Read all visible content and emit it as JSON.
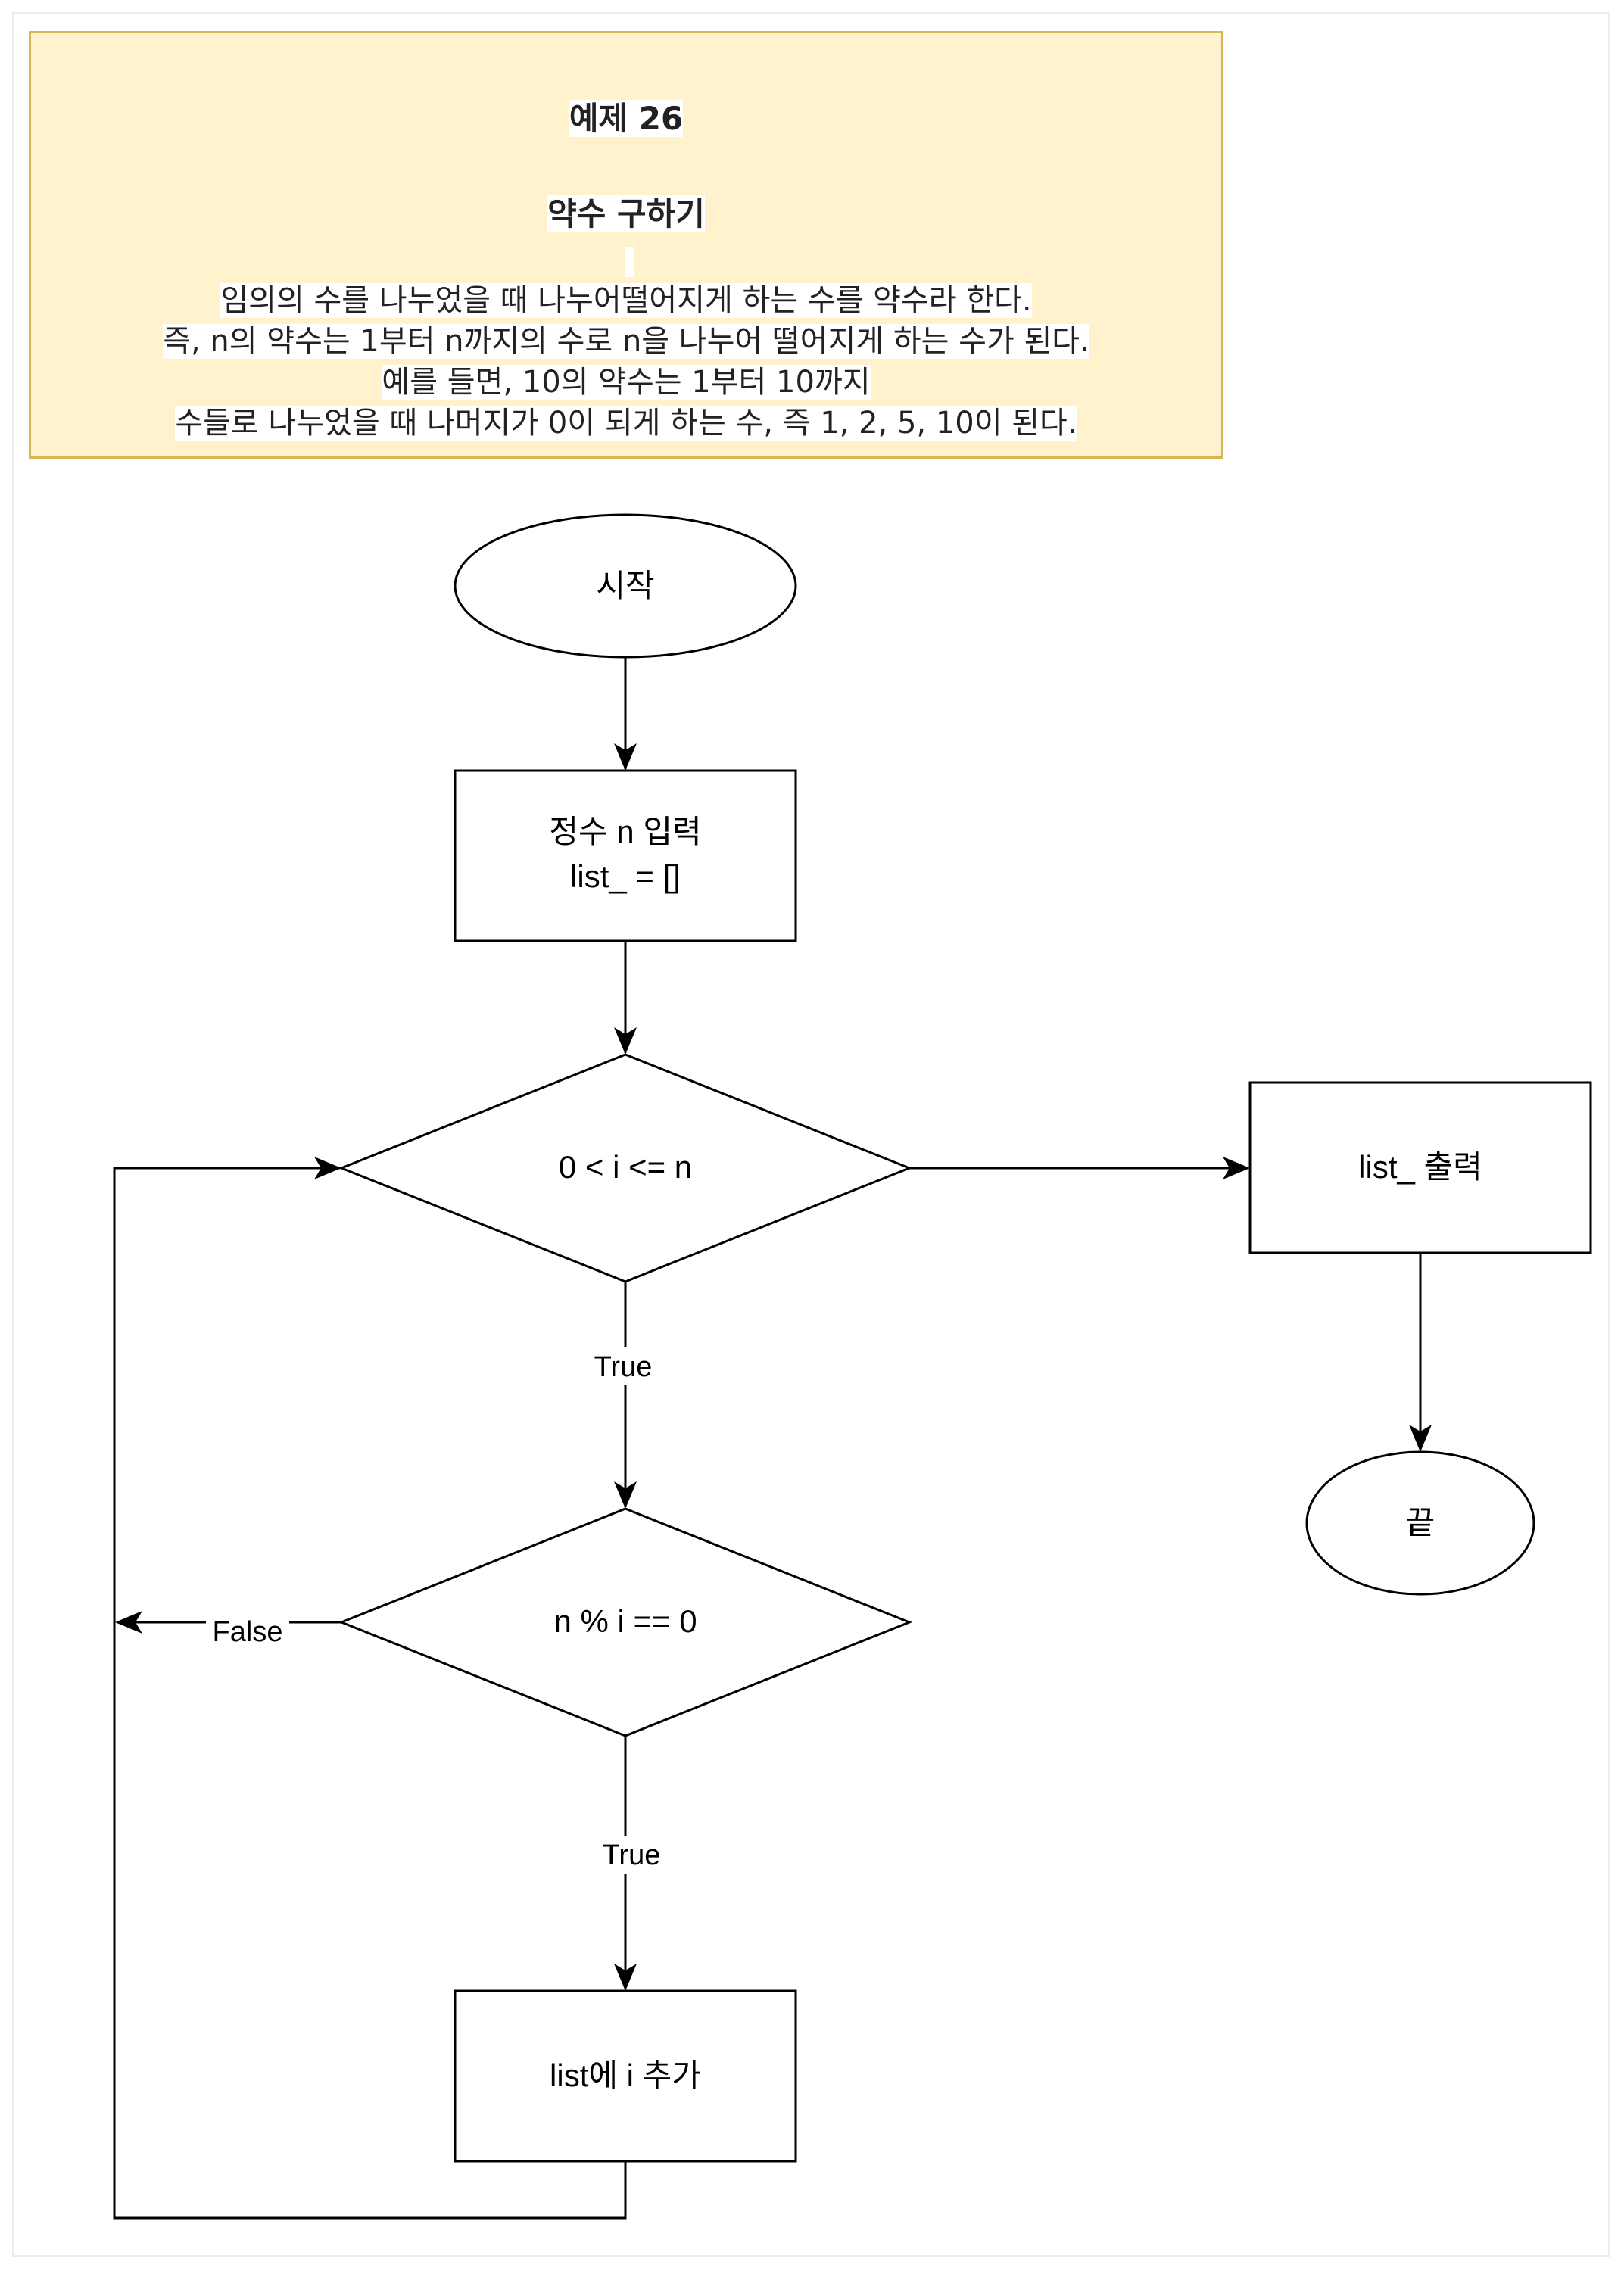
{
  "note": {
    "heading": "예제 26",
    "title": "약수 구하기",
    "lines": [
      "임의의 수를 나누었을 때 나누어떨어지게 하는 수를 약수라 한다.",
      "즉, n의 약수는 1부터 n까지의 수로 n을 나누어 떨어지게 하는 수가 된다.",
      "예를 들면, 10의 약수는 1부터 10까지",
      "수들로 나누었을 때 나머지가 0이 되게 하는 수, 즉 1, 2, 5, 10이 된다."
    ]
  },
  "flow": {
    "start": "시작",
    "input_line1": "정수 n 입력",
    "input_line2": "list_ = []",
    "loop_condition": "0 < i <= n",
    "output": "list_ 출력",
    "end": "끝",
    "check_condition": "n % i == 0",
    "append": "list에 i 추가",
    "true_label_1": "True",
    "true_label_2": "True",
    "false_label": "False"
  },
  "colors": {
    "note_fill": "#fff2cc",
    "note_border": "#d6b656",
    "stroke": "#000000"
  }
}
